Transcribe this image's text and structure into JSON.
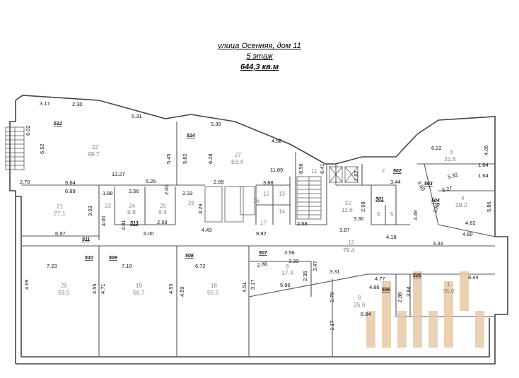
{
  "header": {
    "address": "улица Осенняя, дом 11",
    "floor": "5 этаж",
    "total_area": "644,3 кв.м"
  },
  "colors": {
    "wall": "#444444",
    "dimension_text": "#111111",
    "room_text": "#888888",
    "watermark": "#e8c9a6"
  },
  "icons": [
    "stair-icon",
    "elevator-icon",
    "watermark-logo"
  ],
  "units": [
    {
      "label": "512"
    },
    {
      "label": "514"
    },
    {
      "label": "513"
    },
    {
      "label": "511"
    },
    {
      "label": "510"
    },
    {
      "label": "509"
    },
    {
      "label": "508"
    },
    {
      "label": "507"
    },
    {
      "label": "502"
    },
    {
      "label": "503"
    },
    {
      "label": "501"
    },
    {
      "label": "504"
    },
    {
      "label": "505"
    },
    {
      "label": "506"
    }
  ],
  "rooms": [
    {
      "id": "22",
      "area": "99.7"
    },
    {
      "id": "27",
      "area": "63.4"
    },
    {
      "id": "21",
      "area": "27.1"
    },
    {
      "id": "23",
      "area": ""
    },
    {
      "id": "24",
      "area": "9.8"
    },
    {
      "id": "25",
      "area": "9.4"
    },
    {
      "id": "26",
      "area": ""
    },
    {
      "id": "15",
      "area": ""
    },
    {
      "id": "16",
      "area": ""
    },
    {
      "id": "13",
      "area": ""
    },
    {
      "id": "14",
      "area": ""
    },
    {
      "id": "17",
      "area": ""
    },
    {
      "id": "11",
      "area": ""
    },
    {
      "id": "10",
      "area": "11.6"
    },
    {
      "id": "6",
      "area": ""
    },
    {
      "id": "5",
      "area": ""
    },
    {
      "id": "7",
      "area": ""
    },
    {
      "id": "3",
      "area": "31.6"
    },
    {
      "id": "4",
      "area": "28.2"
    },
    {
      "id": "12",
      "area": "79.4"
    },
    {
      "id": "9",
      "area": "17.4"
    },
    {
      "id": "20",
      "area": "59.5"
    },
    {
      "id": "19",
      "area": "58.7"
    },
    {
      "id": "18",
      "area": "55.5"
    },
    {
      "id": "8",
      "area": "25.6"
    },
    {
      "id": "1",
      "area": "35.0"
    }
  ],
  "dimensions": [
    "3.17",
    "2.30",
    "5.31",
    "5.30",
    "4.58",
    "6.02",
    "6.52",
    "5.45",
    "5.82",
    "6.28",
    "13.27",
    "11.09",
    "6.56",
    "6.41",
    "1.82",
    "2.70",
    "5.64",
    "6.89",
    "1.88",
    "2.56",
    "5.26",
    "2.69",
    "3.88",
    "2.33",
    "3.29",
    "3.93",
    "4.00",
    "3.81",
    "2.59",
    "6.97",
    "6.00",
    "4.43",
    "9.82",
    "2.68",
    "3.87",
    "2.98",
    "3.30",
    "3.44",
    "3.50",
    "6.22",
    "4.05",
    "1.64",
    "5.32",
    "1.64",
    "5.27",
    "3.86",
    "5.86",
    "4.62",
    "3.49",
    "4.18",
    "4.60",
    "3.43",
    "7.23",
    "7.10",
    "6.72",
    "3.56",
    "3.33",
    "2.86",
    "3.47",
    "3.31",
    "4.77",
    "4.86",
    "2.88",
    "3.84",
    "8.44",
    "4.69",
    "4.55",
    "4.71",
    "4.55",
    "4.59",
    "4.51",
    "3.17",
    "5.96",
    "2.35",
    "2.76",
    "1.17",
    "6.84",
    "2.00"
  ]
}
